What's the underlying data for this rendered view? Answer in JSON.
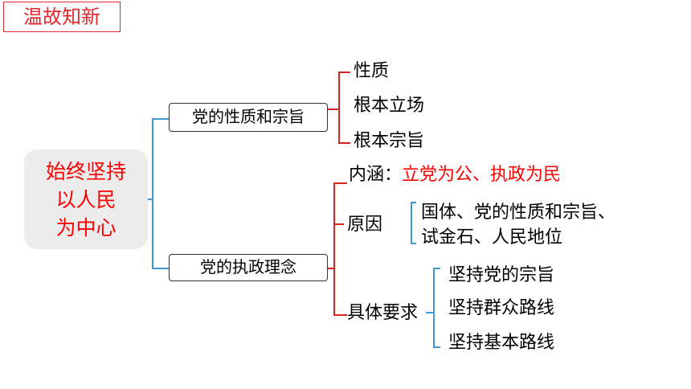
{
  "header": {
    "title": "温故知新"
  },
  "center": {
    "lines": [
      "始终坚持",
      "以人民",
      "为中心"
    ]
  },
  "branches": {
    "nature": {
      "label": "党的性质和宗旨",
      "items": [
        "性质",
        "根本立场",
        "根本宗旨"
      ]
    },
    "governance": {
      "label": "党的执政理念",
      "connotation": {
        "label": "内涵：",
        "value": "立党为公、执政为民"
      },
      "reason": {
        "label": "原因",
        "lines": [
          "国体、党的性质和宗旨、",
          "试金石、人民地位"
        ]
      },
      "requirements": {
        "label": "具体要求",
        "items": [
          "坚持党的宗旨",
          "坚持群众路线",
          "坚持基本路线"
        ]
      }
    }
  },
  "colors": {
    "accent_red": "#ff0000",
    "blue_bracket": "#3b9bd4",
    "red_bracket": "#d9251d",
    "center_bg": "#ececec"
  }
}
